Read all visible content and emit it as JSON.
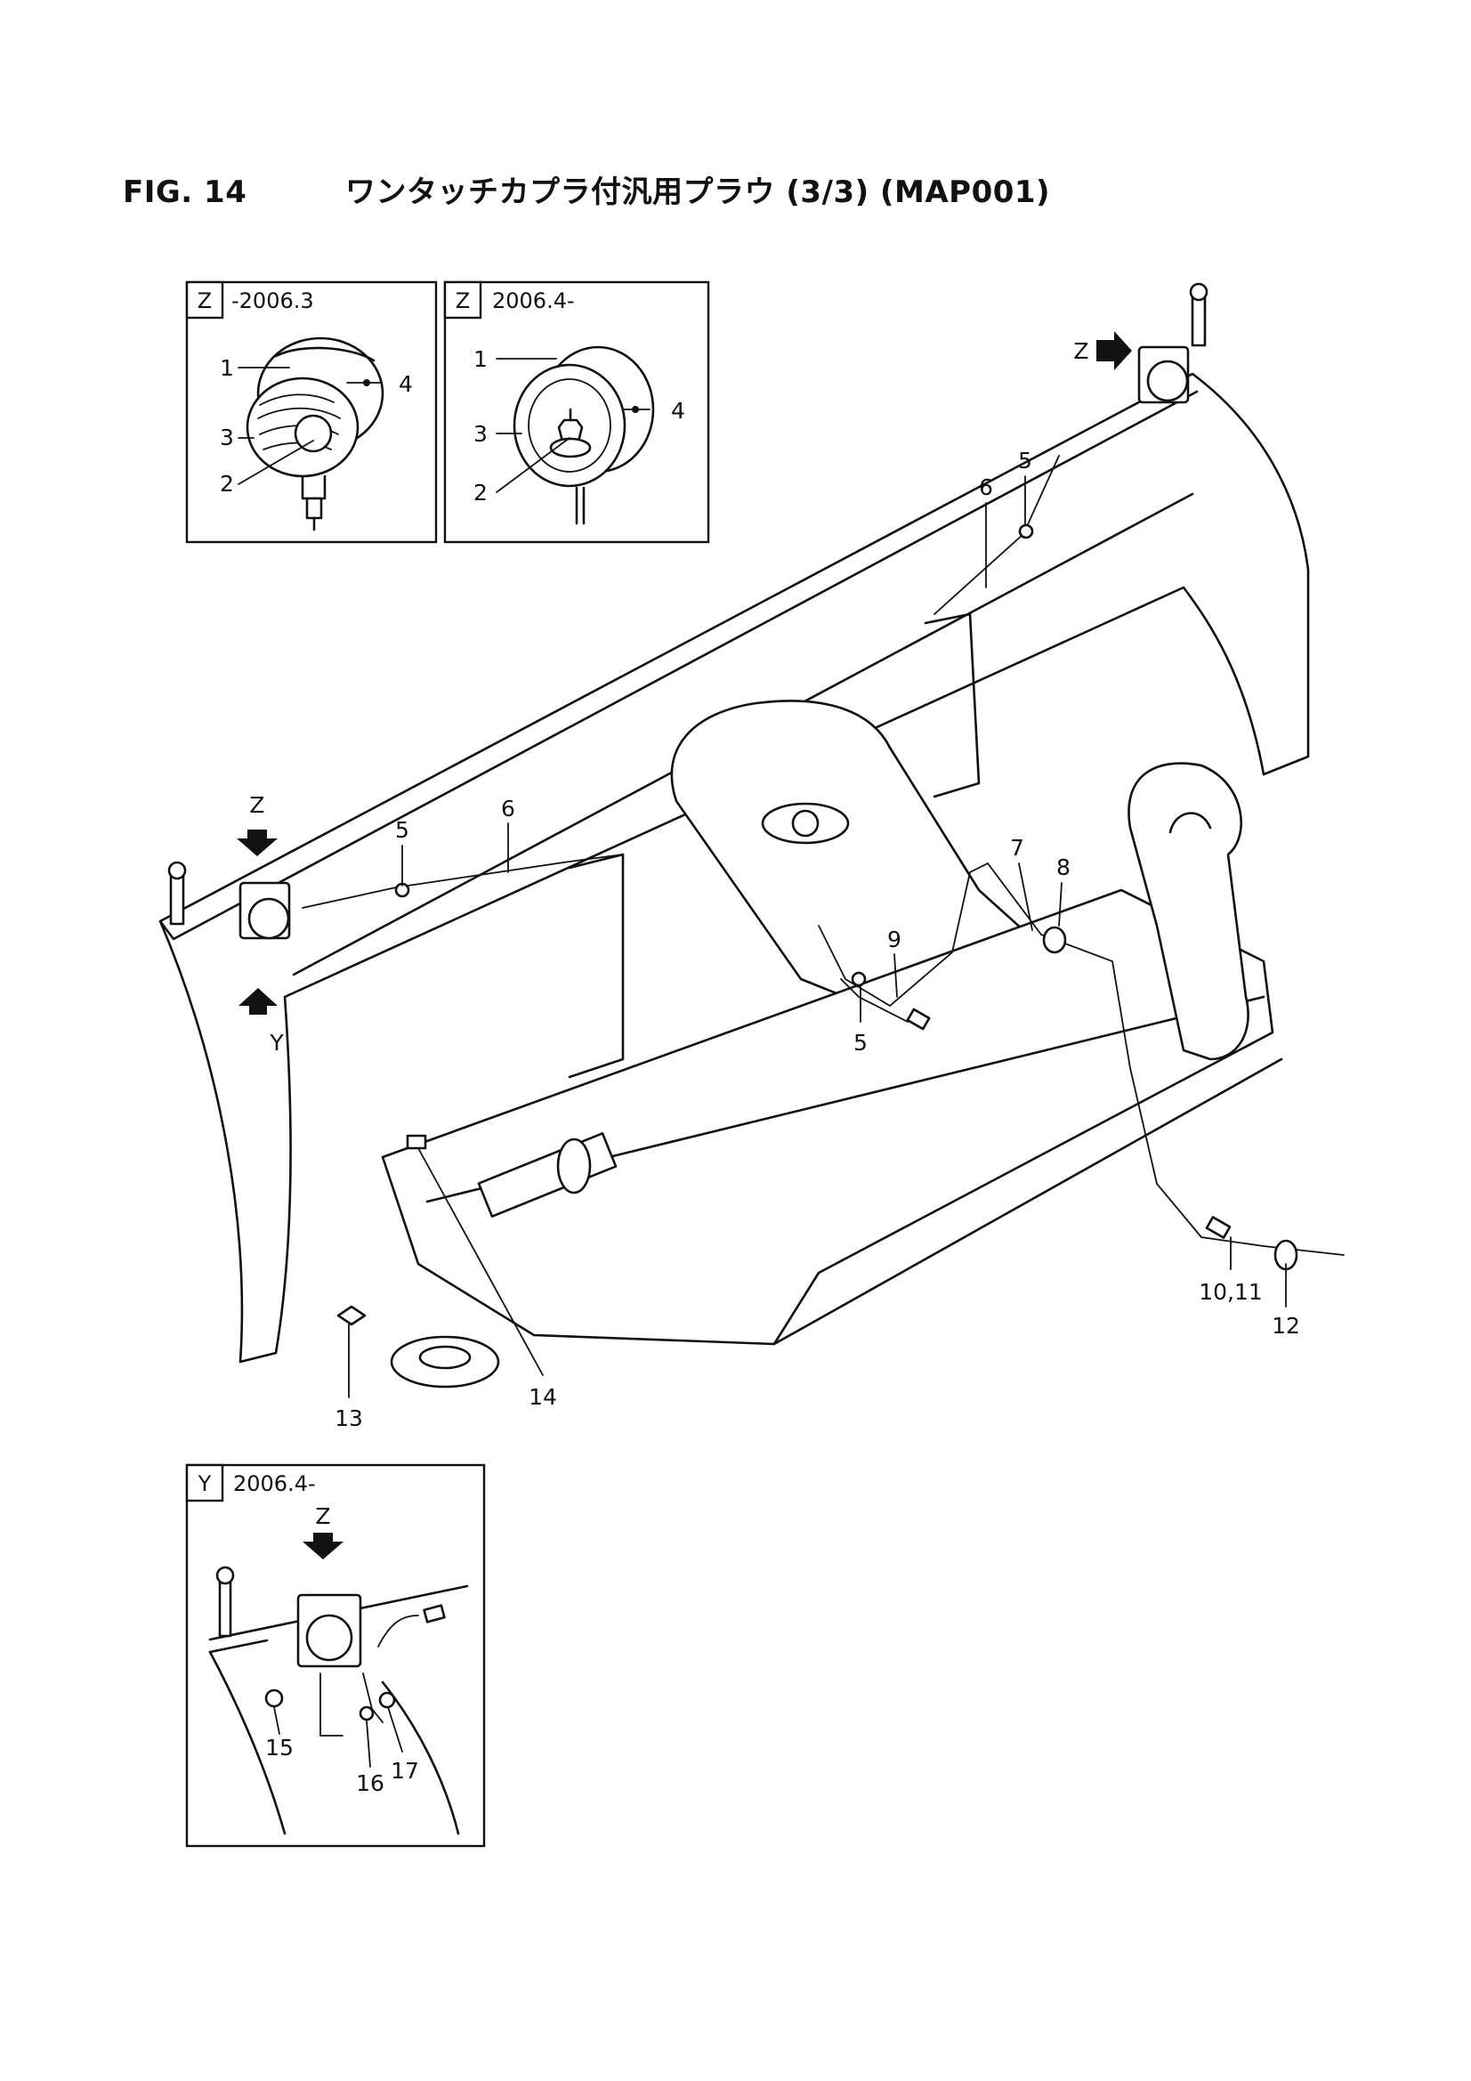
{
  "figure": {
    "number": "FIG. 14",
    "title": "ワンタッチカプラ付汎用プラウ (3/3) (MAP001)"
  },
  "insets": [
    {
      "view": "Z",
      "range": "-2006.3"
    },
    {
      "view": "Z",
      "range": "2006.4-"
    },
    {
      "view": "Y",
      "range": "2006.4-"
    }
  ],
  "view_markers": {
    "z": "Z",
    "y": "Y"
  },
  "callouts": {
    "inset1": [
      "1",
      "2",
      "3",
      "4"
    ],
    "inset2": [
      "1",
      "2",
      "3",
      "4"
    ],
    "main": [
      "5",
      "6",
      "5",
      "6",
      "7",
      "8",
      "9",
      "5",
      "10,11",
      "12",
      "13",
      "14"
    ],
    "inset3": [
      "15",
      "16",
      "17"
    ]
  }
}
